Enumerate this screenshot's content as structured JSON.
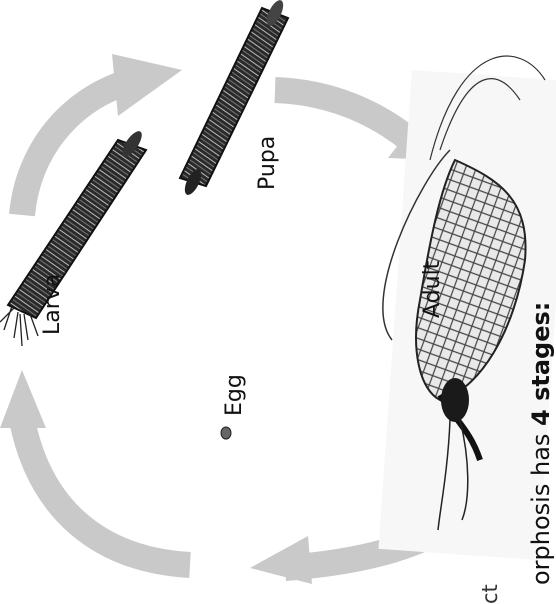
{
  "labels": {
    "larva": "Larva",
    "pupa": "Pupa",
    "adult": "Adult",
    "egg": "Egg",
    "cropped_fragment": "ct"
  },
  "side_caption": {
    "prefix": "orphosis has ",
    "bold": "4 stages:"
  },
  "colors": {
    "arrow": "#c9c9c9",
    "drawing": "#1a1a1a",
    "background": "#ffffff"
  }
}
